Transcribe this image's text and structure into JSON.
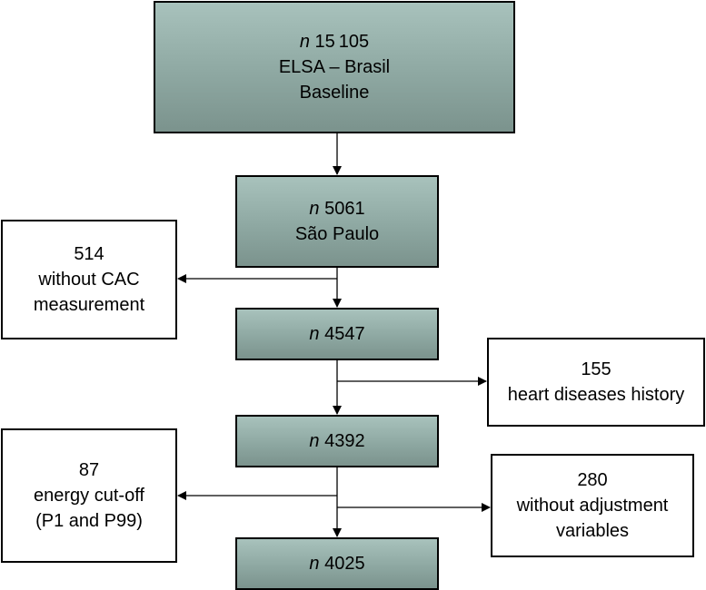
{
  "boxes": {
    "baseline": {
      "n_prefix": "n",
      "n_value": "15 105",
      "line2": "ELSA – Brasil",
      "line3": "Baseline"
    },
    "sao_paulo": {
      "n_prefix": "n",
      "n_value": "5061",
      "line2": "São Paulo"
    },
    "n4547": {
      "n_prefix": "n",
      "n_value": "4547"
    },
    "n4392": {
      "n_prefix": "n",
      "n_value": "4392"
    },
    "n4025": {
      "n_prefix": "n",
      "n_value": "4025"
    }
  },
  "exclusions": {
    "cac": {
      "count": "514",
      "line2": "without CAC",
      "line3": "measurement"
    },
    "heart": {
      "count": "155",
      "line2": "heart diseases history"
    },
    "energy": {
      "count": "87",
      "line2": "energy cut-off",
      "line3": "(P1 and P99)"
    },
    "adjustment": {
      "count": "280",
      "line2": "without adjustment",
      "line3": "variables"
    }
  },
  "colors": {
    "box_fill_top": "#a8c2bc",
    "box_fill_bottom": "#7b938d",
    "line": "#000000"
  }
}
